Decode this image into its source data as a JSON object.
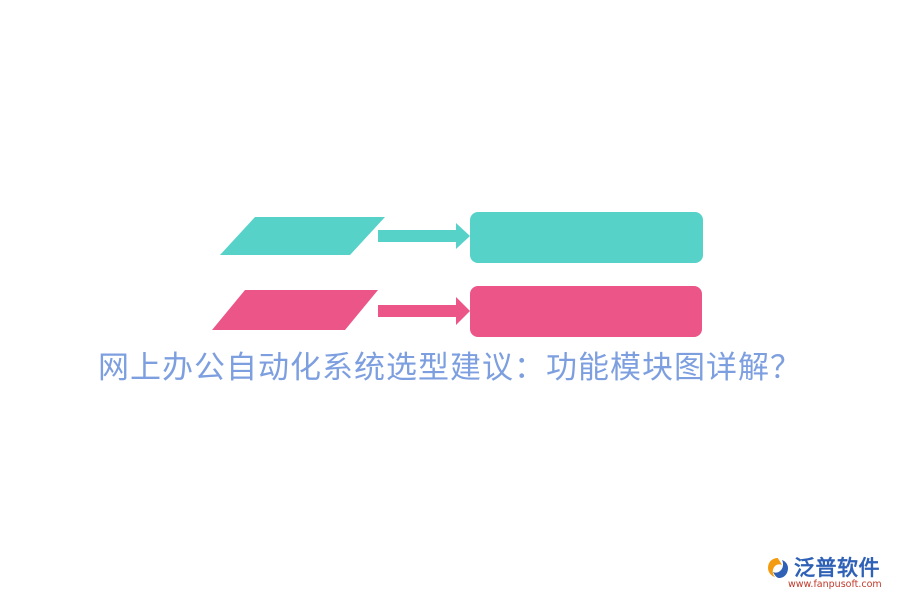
{
  "title": "网上办公自动化系统选型建议：功能模块图详解？",
  "colors": {
    "teal": "#56d2c9",
    "pink": "#ec5588",
    "title": "#7d9fe0",
    "logo_blue": "#2f61b6",
    "logo_orange": "#f39c12",
    "logo_red": "#c0392b"
  },
  "diagram": {
    "rows": [
      {
        "color_key": "teal",
        "input_shape": "parallelogram",
        "connector": "right-arrow",
        "output_shape": "rounded-rectangle"
      },
      {
        "color_key": "pink",
        "input_shape": "parallelogram",
        "connector": "right-arrow",
        "output_shape": "rounded-rectangle"
      }
    ]
  },
  "logo": {
    "name": "泛普软件",
    "url": "www.fanpusoft.com",
    "icon": "fanpu-logo-icon"
  }
}
